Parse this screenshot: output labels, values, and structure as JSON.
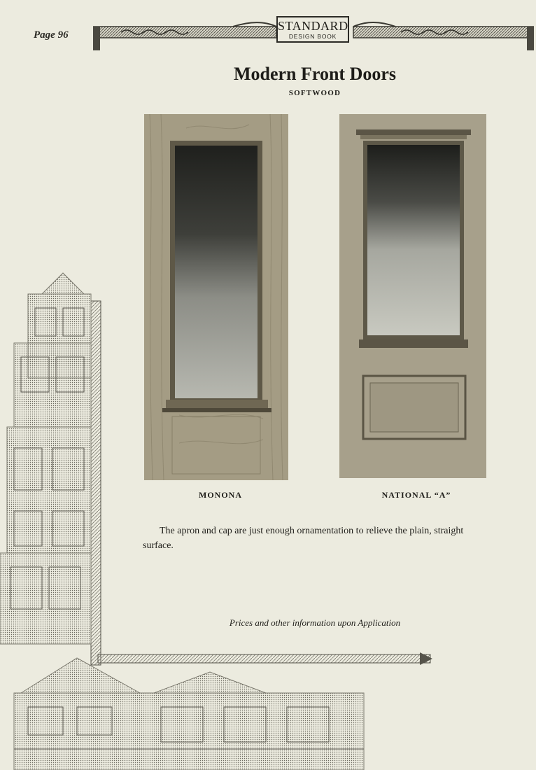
{
  "header": {
    "page_label": "Page 96",
    "logo_line1": "STANDARD",
    "logo_line2": "DESIGN BOOK"
  },
  "title": "Modern Front Doors",
  "subtitle": "SOFTWOOD",
  "doors": [
    {
      "name": "MONONA"
    },
    {
      "name": "NATIONAL “A”"
    }
  ],
  "description": "The apron and cap are just enough ornamentation to relieve the plain, straight surface.",
  "footer_note": "Prices and other information upon Application",
  "colors": {
    "paper": "#ecebdf",
    "wood": "#a49c84",
    "glass": "#2f302c"
  }
}
